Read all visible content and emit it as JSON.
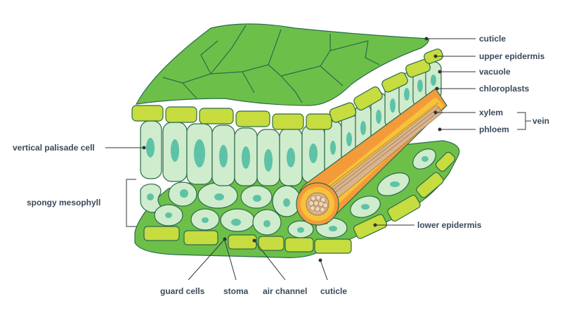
{
  "labels": {
    "cuticle_top": "cuticle",
    "upper_epidermis": "upper epidermis",
    "vacuole": "vacuole",
    "chloroplasts": "chloroplasts",
    "xylem": "xylem",
    "phloem": "phloem",
    "vein": "vein",
    "vertical_palisade_cell": "vertical palisade cell",
    "spongy_mesophyll": "spongy mesophyll",
    "lower_epidermis": "lower epidermis",
    "guard_cells": "guard cells",
    "stoma": "stoma",
    "air_channel": "air channel",
    "cuticle_bottom": "cuticle"
  },
  "colors": {
    "cuticle": "#6cc04a",
    "epidermis": "#c6dc3f",
    "cell_fill": "#cfeccd",
    "nucleus": "#5ec2a6",
    "xylem": "#f7c23a",
    "phloem_sheath": "#f39b3a",
    "phloem_fibers": "#d9b48c",
    "outline": "#2c6b4a"
  }
}
